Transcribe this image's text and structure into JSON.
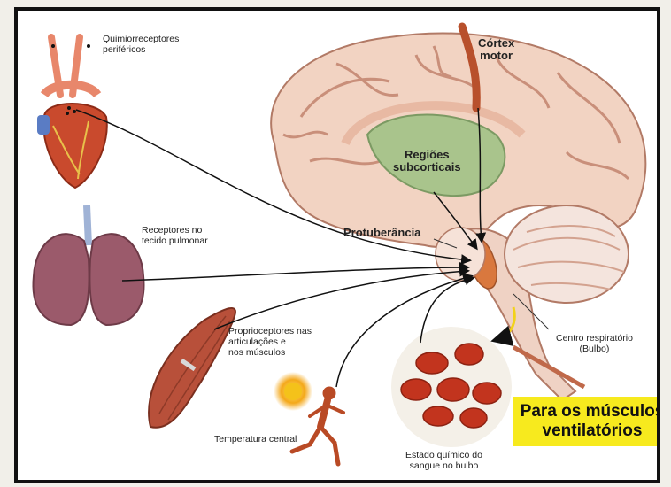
{
  "labels": {
    "chemoreceptors": "Quimiorreceptores\nperiféricos",
    "motor_cortex": "Córtex\nmotor",
    "subcortical": "Regiões\nsubcorticais",
    "pons": "Protuberância",
    "lung_receptors": "Receptores no\ntecido pulmonar",
    "proprioceptors": "Proprioceptores nas\narticulações e\nnos músculos",
    "respiratory_center": "Centro respiratório\n(Bulbo)",
    "core_temperature": "Temperatura central",
    "blood_chemistry": "Estado químico do\nsangue no bulbo"
  },
  "callout": {
    "text": "Para os músculos\nventilatórios"
  },
  "colors": {
    "callout_bg": "#f7ea1e",
    "brain": "#f2d3c2",
    "brain_fold": "#c98f7a",
    "subcortical_region": "#a9c48c",
    "respiratory_center": "#d9783e",
    "blood_cell": "#c2341e",
    "lungs": "#9b5a6b",
    "muscle": "#b8503a",
    "sun": "#f4a81a"
  },
  "icons": [
    "heart-icon",
    "lungs-icon",
    "muscle-icon",
    "sun-icon",
    "runner-icon",
    "blood-cells-icon",
    "brain-icon"
  ]
}
